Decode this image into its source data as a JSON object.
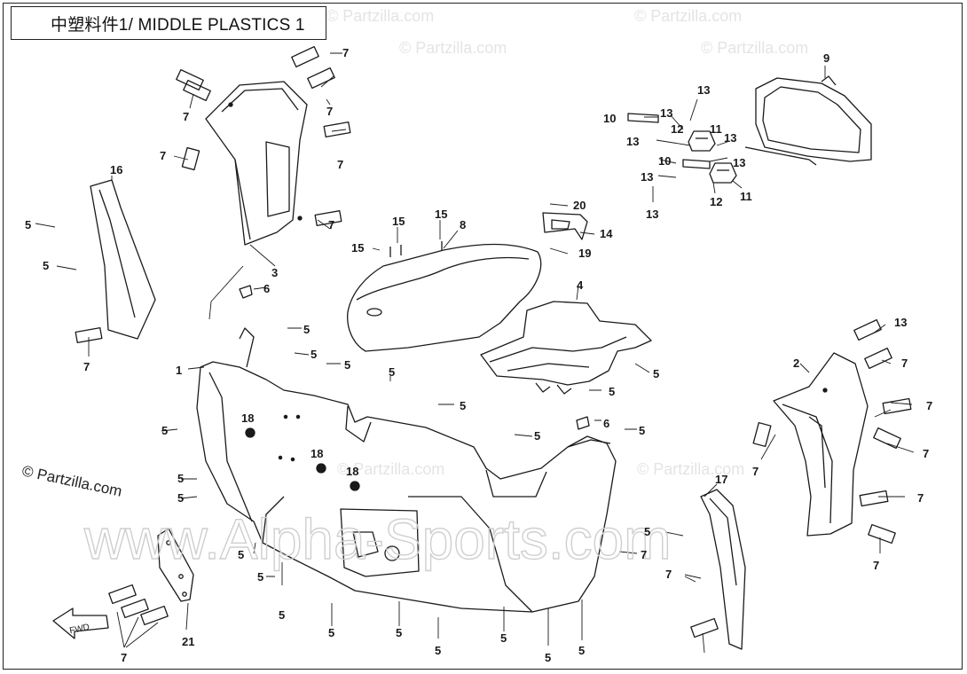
{
  "title": "中塑料件1/ MIDDLE PLASTICS 1",
  "watermark_text": "www.Alpha-Sports.com",
  "copyright_text": "© Partzilla.com",
  "faint_watermark_text": "© Partzilla.com",
  "fwd_label": "FWD",
  "colors": {
    "line": "#1a1a1a",
    "watermark": "#d6d6d6"
  },
  "callouts": [
    {
      "id": "c1",
      "text": "7"
    },
    {
      "id": "c2",
      "text": "7"
    },
    {
      "id": "c3",
      "text": "7"
    },
    {
      "id": "c4",
      "text": "7"
    },
    {
      "id": "c5",
      "text": "7"
    },
    {
      "id": "c6",
      "text": "7"
    },
    {
      "id": "c7",
      "text": "3"
    },
    {
      "id": "c8",
      "text": "16"
    },
    {
      "id": "c9",
      "text": "5"
    },
    {
      "id": "c10",
      "text": "5"
    },
    {
      "id": "c11",
      "text": "7"
    },
    {
      "id": "c12",
      "text": "6"
    },
    {
      "id": "c13",
      "text": "5"
    },
    {
      "id": "c14",
      "text": "5"
    },
    {
      "id": "c15",
      "text": "5"
    },
    {
      "id": "c16",
      "text": "1"
    },
    {
      "id": "c17",
      "text": "15"
    },
    {
      "id": "c18",
      "text": "15"
    },
    {
      "id": "c19",
      "text": "15"
    },
    {
      "id": "c20",
      "text": "8"
    },
    {
      "id": "c21",
      "text": "20"
    },
    {
      "id": "c22",
      "text": "14"
    },
    {
      "id": "c23",
      "text": "19"
    },
    {
      "id": "c24",
      "text": "4"
    },
    {
      "id": "c25",
      "text": "5"
    },
    {
      "id": "c26",
      "text": "5"
    },
    {
      "id": "c27",
      "text": "5"
    },
    {
      "id": "c28",
      "text": "5"
    },
    {
      "id": "c29",
      "text": "6"
    },
    {
      "id": "c30",
      "text": "5"
    },
    {
      "id": "c31",
      "text": "18"
    },
    {
      "id": "c32",
      "text": "18"
    },
    {
      "id": "c33",
      "text": "18"
    },
    {
      "id": "c34",
      "text": "5"
    },
    {
      "id": "c35",
      "text": "5"
    },
    {
      "id": "c36",
      "text": "5"
    },
    {
      "id": "c37",
      "text": "5"
    },
    {
      "id": "c38",
      "text": "5"
    },
    {
      "id": "c39",
      "text": "5"
    },
    {
      "id": "c40",
      "text": "5"
    },
    {
      "id": "c41",
      "text": "5"
    },
    {
      "id": "c42",
      "text": "5"
    },
    {
      "id": "c43",
      "text": "5"
    },
    {
      "id": "c44",
      "text": "5"
    },
    {
      "id": "c45",
      "text": "5"
    },
    {
      "id": "c46",
      "text": "5"
    },
    {
      "id": "c47",
      "text": "21"
    },
    {
      "id": "c48",
      "text": "7"
    },
    {
      "id": "c49",
      "text": "17"
    },
    {
      "id": "c50",
      "text": "5"
    },
    {
      "id": "c51",
      "text": "7"
    },
    {
      "id": "c52",
      "text": "2"
    },
    {
      "id": "c53",
      "text": "7"
    },
    {
      "id": "c54",
      "text": "7"
    },
    {
      "id": "c55",
      "text": "7"
    },
    {
      "id": "c56",
      "text": "7"
    },
    {
      "id": "c57",
      "text": "7"
    },
    {
      "id": "c58",
      "text": "7"
    },
    {
      "id": "c59",
      "text": "7"
    },
    {
      "id": "c60",
      "text": "9"
    },
    {
      "id": "c61",
      "text": "13"
    },
    {
      "id": "c62",
      "text": "10"
    },
    {
      "id": "c63",
      "text": "13"
    },
    {
      "id": "c64",
      "text": "11"
    },
    {
      "id": "c65",
      "text": "12"
    },
    {
      "id": "c66",
      "text": "13"
    },
    {
      "id": "c67",
      "text": "13"
    },
    {
      "id": "c68",
      "text": "13"
    },
    {
      "id": "c69",
      "text": "10"
    },
    {
      "id": "c70",
      "text": "13"
    },
    {
      "id": "c71",
      "text": "13"
    },
    {
      "id": "c72",
      "text": "12"
    },
    {
      "id": "c73",
      "text": "11"
    },
    {
      "id": "c74",
      "text": "13"
    }
  ]
}
